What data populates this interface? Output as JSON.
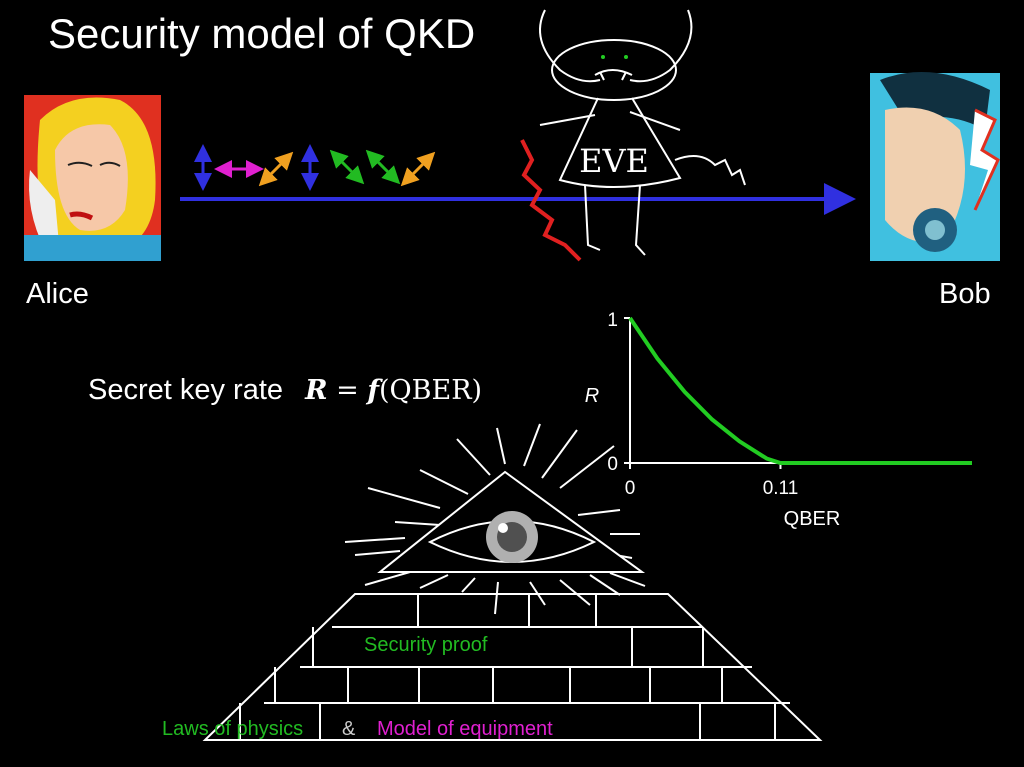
{
  "title": "Security model of QKD",
  "parties": {
    "alice": "Alice",
    "bob": "Bob",
    "eve": "EVE"
  },
  "formula": {
    "label": "Secret key rate",
    "lhs": "R",
    "equals": "=",
    "func": "f",
    "arg": "(QBER)"
  },
  "chart_data": {
    "type": "line",
    "xlabel": "QBER",
    "ylabel": "R",
    "x_ticks": [
      "0",
      "0.11"
    ],
    "y_ticks": [
      "1",
      "0"
    ],
    "series": [
      {
        "x": [
          0,
          0.02,
          0.04,
          0.06,
          0.08,
          0.1,
          0.11,
          0.2,
          0.25
        ],
        "y": [
          1,
          0.72,
          0.49,
          0.3,
          0.15,
          0.03,
          0,
          0,
          0
        ]
      }
    ],
    "xlim": [
      0,
      0.25
    ],
    "ylim": [
      0,
      1
    ],
    "line_color": "#22cc22"
  },
  "pyramid": {
    "security_proof": "Security proof",
    "laws": "Laws of physics",
    "amp": "&",
    "equipment": "Model of equipment"
  },
  "colors": {
    "channel": "#3030e0",
    "green": "#22bb22",
    "magenta": "#e020d0",
    "orange": "#f0a020",
    "blue": "#3030e0",
    "pink": "#d02090"
  }
}
